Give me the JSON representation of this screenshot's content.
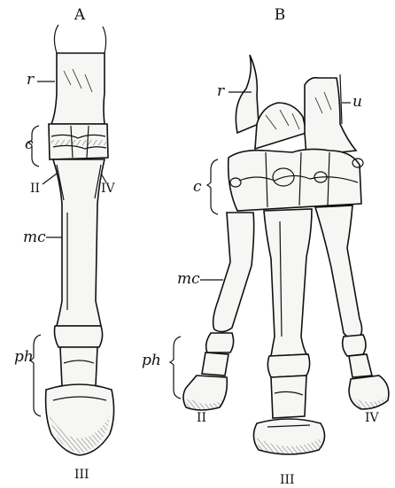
{
  "panels": {
    "a": {
      "title": "A",
      "labels": {
        "radius": "r",
        "carpus": "c",
        "metacarpal": "mc",
        "phalanges": "ph",
        "digit_left": "II",
        "digit_right": "IV",
        "digit_main": "III"
      }
    },
    "b": {
      "title": "B",
      "labels": {
        "radius": "r",
        "ulna": "u",
        "carpus": "c",
        "metacarpal": "mc",
        "phalanges": "ph",
        "digit_left": "II",
        "digit_right": "IV",
        "digit_main": "III"
      }
    }
  }
}
